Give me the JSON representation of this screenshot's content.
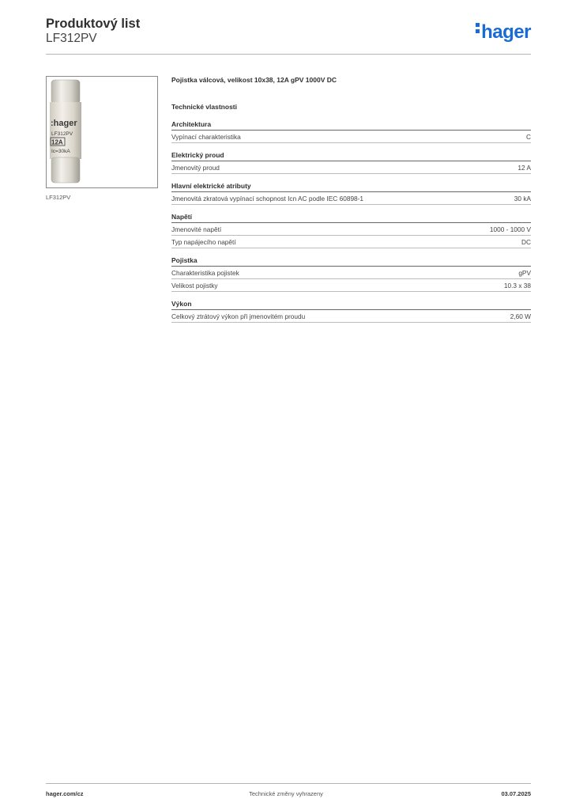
{
  "header": {
    "title": "Produktový list",
    "subtitle": "LF312PV",
    "logo_text": "hager"
  },
  "product_image": {
    "caption": "LF312PV",
    "fuse_brand": ":hager",
    "fuse_code": "LF312PV",
    "fuse_rating": "12A",
    "fuse_breaking": "Ic=30kA"
  },
  "description": "Pojistka válcová, velikost 10x38, 12A gPV 1000V DC",
  "section_title": "Technické vlastnosti",
  "groups": [
    {
      "title": "Architektura",
      "rows": [
        {
          "label": "Vypínací charakteristika",
          "value": "C"
        }
      ]
    },
    {
      "title": "Elektrický proud",
      "rows": [
        {
          "label": "Jmenovitý proud",
          "value": "12 A"
        }
      ]
    },
    {
      "title": "Hlavní elektrické atributy",
      "rows": [
        {
          "label": "Jmenovitá zkratová vypínací schopnost Icn AC podle IEC 60898-1",
          "value": "30 kA"
        }
      ]
    },
    {
      "title": "Napětí",
      "rows": [
        {
          "label": "Jmenovité napětí",
          "value": "1000 - 1000 V"
        },
        {
          "label": "Typ napájecího napětí",
          "value": "DC"
        }
      ]
    },
    {
      "title": "Pojistka",
      "rows": [
        {
          "label": "Charakteristika pojistek",
          "value": "gPV"
        },
        {
          "label": "Velikost pojistky",
          "value": "10.3 x 38"
        }
      ]
    },
    {
      "title": "Výkon",
      "rows": [
        {
          "label": "Celkový ztrátový výkon při jmenovitém proudu",
          "value": "2,60 W"
        }
      ]
    }
  ],
  "footer": {
    "website": "hager.com/cz",
    "note": "Technické změny vyhrazeny",
    "date": "03.07.2025"
  },
  "colors": {
    "brand": "#1b6bd6",
    "text": "#3c3c3c",
    "rule": "#bcbcbc"
  }
}
